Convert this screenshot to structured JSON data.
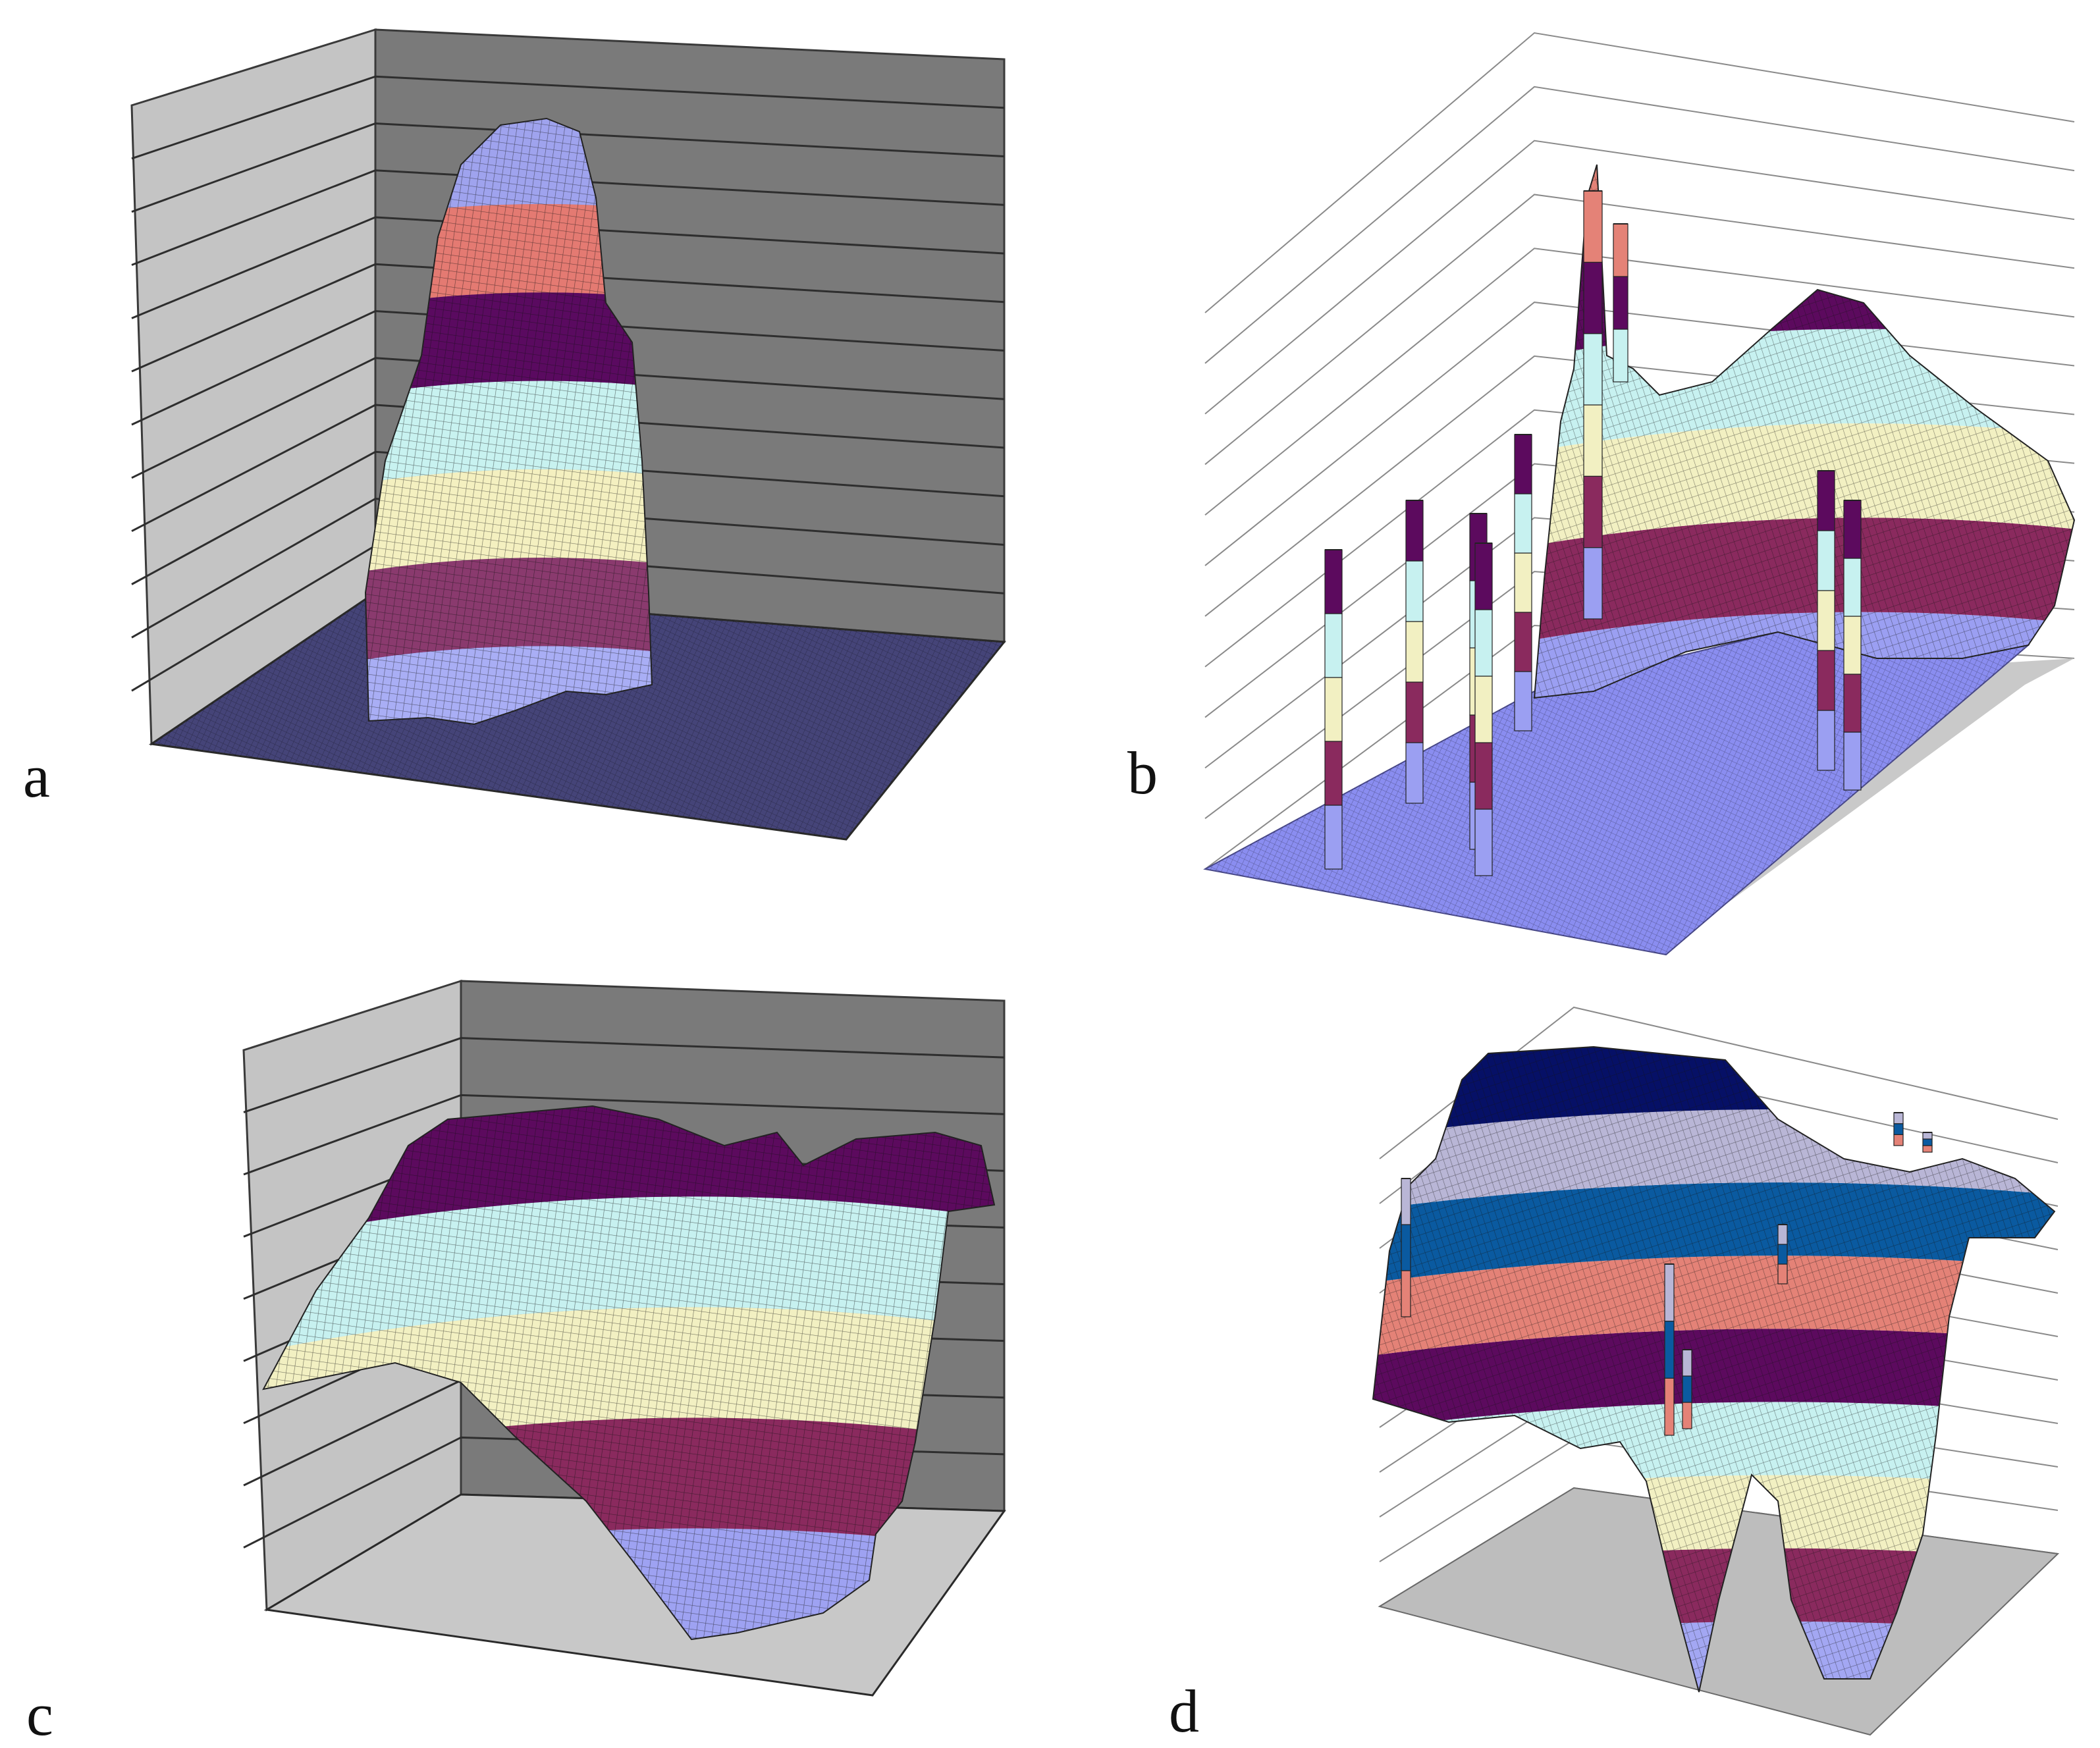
{
  "figure": {
    "panels": [
      {
        "id": "a",
        "label": "a"
      },
      {
        "id": "b",
        "label": "b"
      },
      {
        "id": "c",
        "label": "c"
      },
      {
        "id": "d",
        "label": "d"
      }
    ]
  },
  "chart_data": [
    {
      "panel": "a",
      "type": "surface",
      "title": "",
      "xlabel": "",
      "ylabel": "",
      "zlabel": "",
      "walls": "gray",
      "floor_color": "#454478",
      "band_colors": [
        "#a9aef5",
        "#8a3a6e",
        "#f4f0c0",
        "#c8f2f0",
        "#5a0a60",
        "#e47a72",
        "#9fa3ee"
      ],
      "gridlines": 12
    },
    {
      "panel": "b",
      "type": "surface",
      "title": "",
      "xlabel": "",
      "ylabel": "",
      "zlabel": "",
      "walls": "none",
      "floor_color": "#8a8df0",
      "band_colors": [
        "#9b9ff2",
        "#8a2a5e",
        "#f2f0c2",
        "#c7f1f0",
        "#5c0a5e",
        "#e48277"
      ],
      "gridlines": 12
    },
    {
      "panel": "c",
      "type": "surface",
      "title": "",
      "xlabel": "",
      "ylabel": "",
      "zlabel": "",
      "walls": "gray",
      "floor_color": "#c8c8c8",
      "band_colors": [
        "#9ea2f2",
        "#8a2a5e",
        "#f2f0c2",
        "#c7f1f0",
        "#5c0a5e"
      ],
      "gridlines": 9
    },
    {
      "panel": "d",
      "type": "surface",
      "title": "",
      "xlabel": "",
      "ylabel": "",
      "zlabel": "",
      "walls": "none",
      "floor_color": "#bdbdbd",
      "band_colors": [
        "#a3a7f3",
        "#8a2a5e",
        "#f2f0c2",
        "#c7f1f0",
        "#5c0a5e",
        "#e48277",
        "#0a5aa0",
        "#b9b6d6",
        "#061066"
      ],
      "gridlines": 11
    }
  ]
}
